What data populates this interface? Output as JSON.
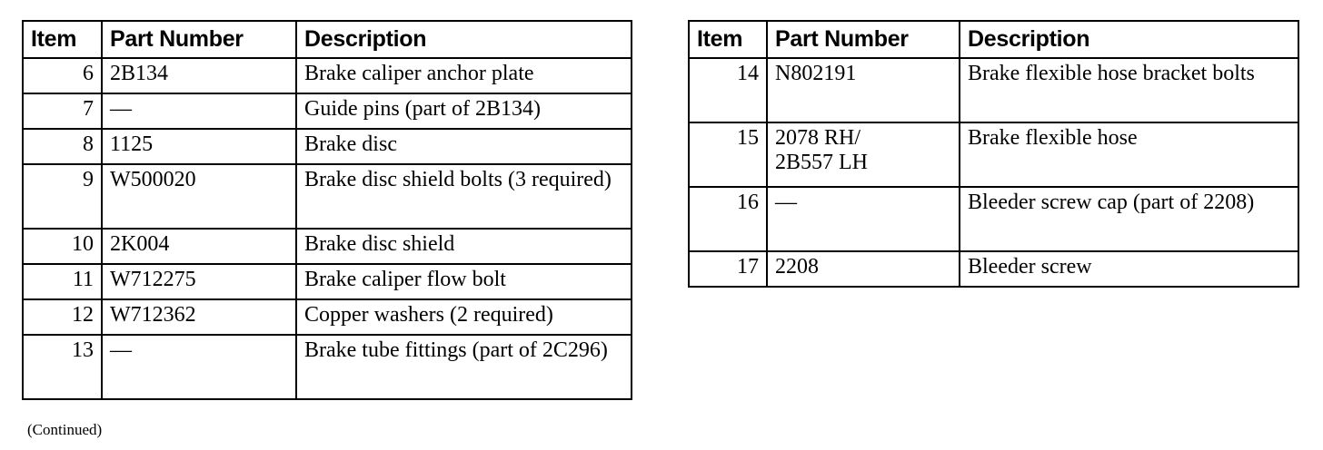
{
  "document": {
    "footer_note": "(Continued)"
  },
  "tables": [
    {
      "id": "left",
      "headers": {
        "item": "Item",
        "part_number": "Part Number",
        "description": "Description"
      },
      "rows": [
        {
          "item": "6",
          "part_number": "2B134",
          "description": "Brake caliper anchor plate",
          "tall": false
        },
        {
          "item": "7",
          "part_number": "—",
          "description": "Guide pins (part of 2B134)",
          "tall": false
        },
        {
          "item": "8",
          "part_number": "1125",
          "description": "Brake disc",
          "tall": false
        },
        {
          "item": "9",
          "part_number": "W500020",
          "description": "Brake disc shield bolts (3 required)",
          "tall": true
        },
        {
          "item": "10",
          "part_number": "2K004",
          "description": "Brake disc shield",
          "tall": false
        },
        {
          "item": "11",
          "part_number": "W712275",
          "description": "Brake caliper flow bolt",
          "tall": false
        },
        {
          "item": "12",
          "part_number": "W712362",
          "description": "Copper washers (2 required)",
          "tall": false
        },
        {
          "item": "13",
          "part_number": "—",
          "description": "Brake tube fittings (part of 2C296)",
          "tall": true
        }
      ]
    },
    {
      "id": "right",
      "headers": {
        "item": "Item",
        "part_number": "Part Number",
        "description": "Description"
      },
      "rows": [
        {
          "item": "14",
          "part_number": "N802191",
          "description": "Brake flexible hose bracket bolts",
          "tall": true
        },
        {
          "item": "15",
          "part_number": "2078 RH/\n2B557 LH",
          "description": "Brake flexible hose",
          "tall": true
        },
        {
          "item": "16",
          "part_number": "—",
          "description": "Bleeder screw cap (part of 2208)",
          "tall": true
        },
        {
          "item": "17",
          "part_number": "2208",
          "description": "Bleeder screw",
          "tall": false
        }
      ]
    }
  ]
}
